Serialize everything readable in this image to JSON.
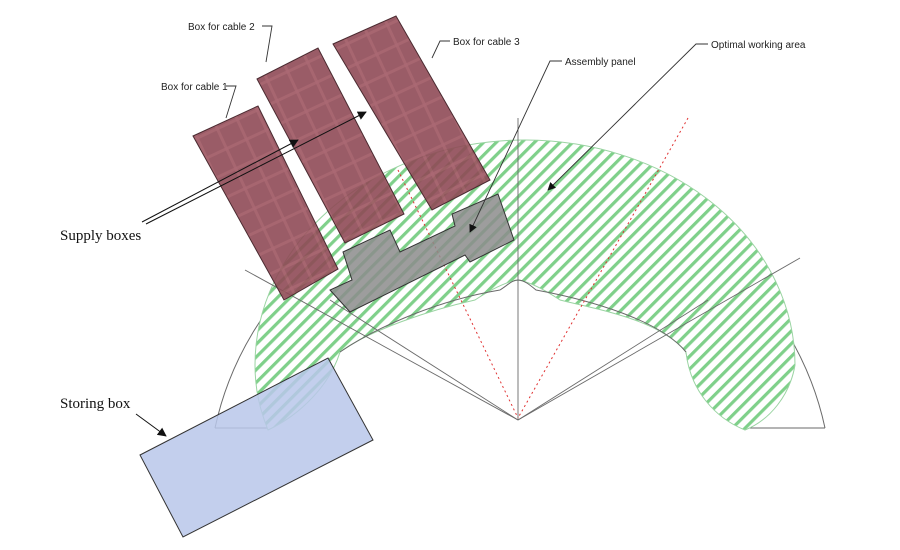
{
  "labels": {
    "box_cable_1": "Box for cable 1",
    "box_cable_2": "Box for cable 2",
    "box_cable_3": "Box for cable 3",
    "assembly_panel": "Assembly panel",
    "optimal_working_area": "Optimal working area",
    "supply_boxes": "Supply boxes",
    "storing_box": "Storing box"
  },
  "colors": {
    "supply_box_fill": "#8f4a56",
    "supply_box_stroke": "#4a2a30",
    "working_area_stripe": "#7fd08a",
    "storing_box_fill": "#b9c7ea",
    "assembly_panel_fill": "#8c8c8c",
    "centerline": "#e03030",
    "outline": "#6a6a6a"
  }
}
